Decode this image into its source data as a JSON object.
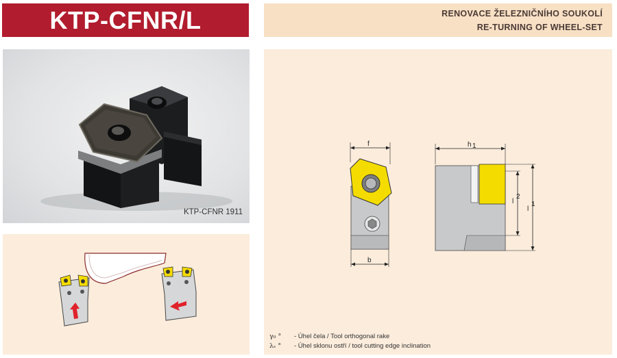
{
  "header": {
    "title": "KTP-CFNR/L",
    "subtitle_cz": "RENOVACE ŽELEZNIČNÍHO SOUKOLÍ",
    "subtitle_en": "RE-TURNING OF WHEEL-SET"
  },
  "photo": {
    "caption": "KTP-CFNR 1911"
  },
  "drawing": {
    "dims": {
      "f": "f",
      "b": "b",
      "h1": "h",
      "h1_sub": "1",
      "l1": "l",
      "l1_sub": "1",
      "l2": "l",
      "l2_sub": "2"
    }
  },
  "legend": [
    {
      "symbol": "γ₀ °",
      "text": "- Úhel čela / Tool orthogonal rake"
    },
    {
      "symbol": "λₛ °",
      "text": "- Úhel sklonu ostří / tool cutting edge inclination"
    }
  ],
  "colors": {
    "title_bg": "#b11c2e",
    "header_bg": "#f8e0c5",
    "panel_bg": "#fbecdc",
    "insert_yellow": "#f4dc00",
    "arrow_red": "#e0222a"
  }
}
